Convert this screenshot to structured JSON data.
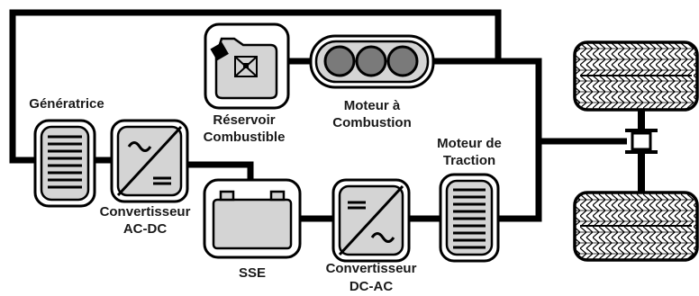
{
  "labels": {
    "generator": "Génératrice",
    "converter_acdc": "Convertisseur\nAC-DC",
    "fuel_tank": "Réservoir\nCombustible",
    "combustion_engine": "Moteur à\nCombustion",
    "traction_motor": "Moteur de\nTraction",
    "storage": "SSE",
    "converter_dcac": "Convertisseur\nDC-AC"
  },
  "colors": {
    "line": "#000000",
    "component_fill": "#d4d4d4",
    "component_border": "#000000",
    "frame_fill": "#ffffff"
  }
}
